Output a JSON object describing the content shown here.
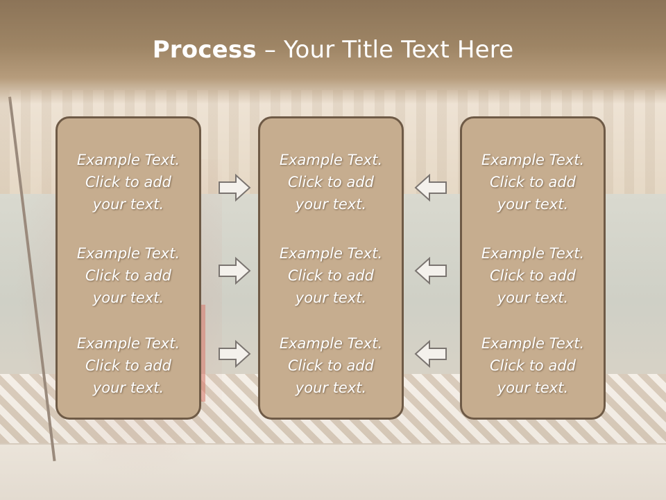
{
  "slide": {
    "title_bold": "Process",
    "title_rest": " – Your Title Text Here"
  },
  "panels": [
    {
      "items": [
        "Example Text.\nClick  to add\nyour text.",
        "Example Text.\nClick  to add\nyour text.",
        "Example Text.\nClick  to add\nyour text."
      ]
    },
    {
      "items": [
        "Example Text.\nClick  to add\nyour text.",
        "Example Text.\nClick  to add\nyour text.",
        "Example Text.\nClick  to add\nyour text."
      ]
    },
    {
      "items": [
        "Example Text.\nClick  to add\nyour text.",
        "Example Text.\nClick  to add\nyour text.",
        "Example Text.\nClick  to add\nyour text."
      ]
    }
  ],
  "arrows": {
    "left_column": [
      "arrow-right-icon",
      "arrow-right-icon",
      "arrow-right-icon"
    ],
    "right_column": [
      "arrow-left-icon",
      "arrow-left-icon",
      "arrow-left-icon"
    ]
  },
  "colors": {
    "title_band": "#9e8565",
    "panel_fill": "#c6ad8f",
    "panel_border": "#6e5a46",
    "text": "#ffffff"
  }
}
